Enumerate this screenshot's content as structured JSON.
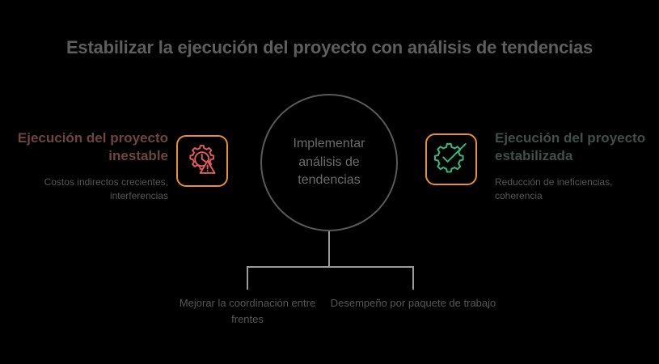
{
  "title": "Estabilizar la ejecución del proyecto con análisis de tendencias",
  "center": {
    "label": "Implementar análisis de tendencias"
  },
  "left": {
    "heading": "Ejecución del proyecto inestable",
    "subtitle": "Costos indirectos crecientes, interferencias",
    "icon": "gear-warning-icon",
    "icon_color": "#e25c5c",
    "tile_border_color": "#e8912d",
    "heading_color": "#6e4442"
  },
  "right": {
    "heading": "Ejecución del proyecto estabilizada",
    "subtitle": "Reducción de ineficiencias, coherencia",
    "icon": "gear-check-icon",
    "icon_color": "#35b87f",
    "tile_border_color": "#e8912d",
    "heading_color": "#3e5049"
  },
  "branches": [
    {
      "label": "Mejorar la coordinación entre frentes"
    },
    {
      "label": "Desempeño por paquete de trabajo"
    }
  ],
  "colors": {
    "background": "#000000",
    "title": "#5e5e5e",
    "body_text": "#565656",
    "circle_stroke": "#58595b",
    "connector": "#9a9a9a"
  }
}
